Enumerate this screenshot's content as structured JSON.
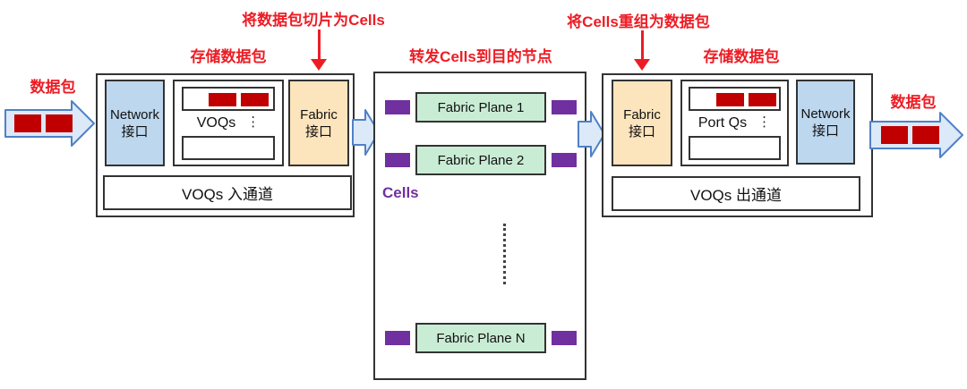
{
  "colors": {
    "red": "#ed1c24",
    "dark_red": "#c00000",
    "purple": "#7030a0",
    "blue_fill": "#bdd7ee",
    "orange_fill": "#fce4bc",
    "green_fill": "#c9ecd5",
    "arrow_fill": "#dbe9f8",
    "arrow_stroke": "#4f81c7",
    "border_dark": "#333333"
  },
  "annotations": {
    "slice": "将数据包切片为Cells",
    "reassemble": "将Cells重组为数据包",
    "store_left": "存储数据包",
    "store_right": "存储数据包",
    "forward": "转发Cells到目的节点",
    "cells_label": "Cells"
  },
  "flow": {
    "packet_in_label": "数据包",
    "packet_out_label": "数据包"
  },
  "ingress": {
    "network_line1": "Network",
    "network_line2": "接口",
    "queues_label": "VOQs",
    "queues_ellipsis": "⋮",
    "fabric_line1": "Fabric",
    "fabric_line2": "接口",
    "channel": "VOQs 入通道"
  },
  "fabric_planes": [
    "Fabric Plane 1",
    "Fabric Plane 2",
    "Fabric Plane N"
  ],
  "egress": {
    "fabric_line1": "Fabric",
    "fabric_line2": "接口",
    "queues_label": "Port Qs",
    "queues_ellipsis": "⋮",
    "network_line1": "Network",
    "network_line2": "接口",
    "channel": "VOQs 出通道"
  }
}
